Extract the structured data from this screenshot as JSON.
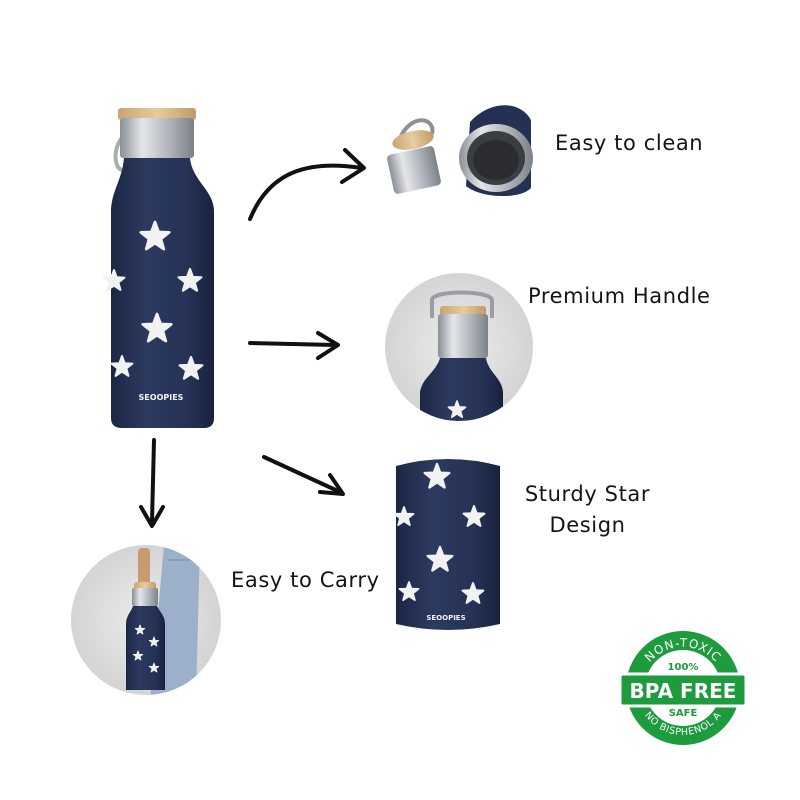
{
  "features": [
    {
      "id": "clean",
      "label": "Easy to clean"
    },
    {
      "id": "handle",
      "label": "Premium Handle"
    },
    {
      "id": "design",
      "label": "Sturdy Star\nDesign"
    },
    {
      "id": "carry",
      "label": "Easy to Carry"
    }
  ],
  "brand": {
    "logo_text": "SEOOPIES"
  },
  "badge": {
    "arc_top": "NON-TOXIC",
    "percent": "100%",
    "main": "BPA FREE",
    "safe": "SAFE",
    "arc_bottom": "NO BISPHENOL A",
    "color": "#1e9b3c"
  },
  "colors": {
    "bottle_navy": "#273457",
    "steel": "#b8bcc2",
    "bamboo": "#d8b98a",
    "arrow": "#111111"
  }
}
